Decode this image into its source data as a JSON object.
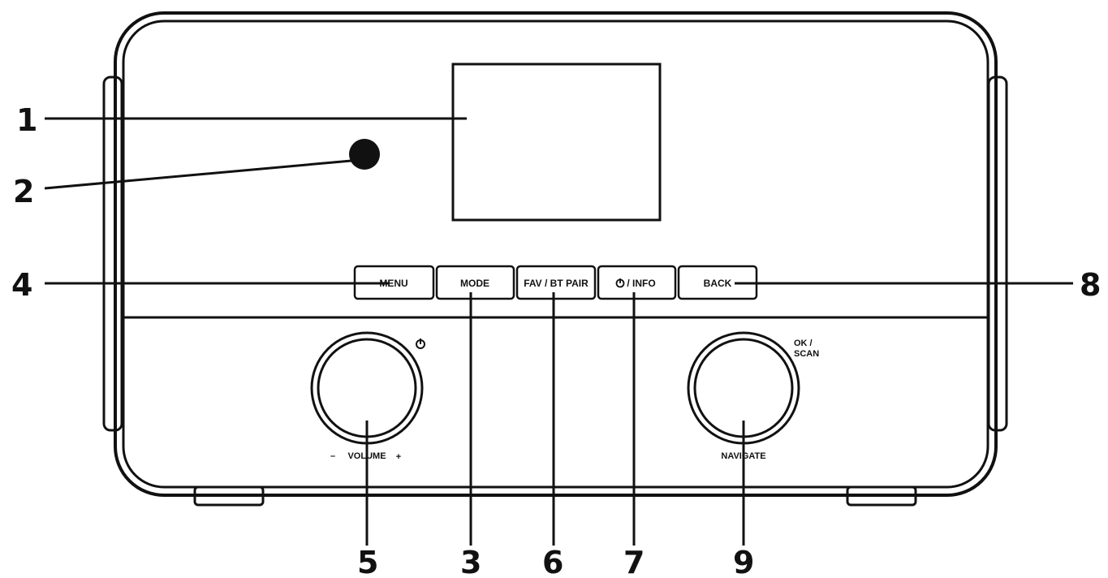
{
  "buttons": {
    "menu": "MENU",
    "mode": "MODE",
    "fav_bt_pair": "FAV / BT PAIR",
    "power_info": "/ INFO",
    "back": "BACK"
  },
  "knobs": {
    "volume_minus": "–",
    "volume_label": "VOLUME",
    "volume_plus": "+",
    "ok_scan_line1": "OK /",
    "ok_scan_line2": "SCAN",
    "navigate_label": "NAVIGATE"
  },
  "icons": {
    "volume_power": "power-icon",
    "info_power": "power-icon"
  },
  "callouts": [
    "1",
    "2",
    "3",
    "4",
    "5",
    "6",
    "7",
    "8",
    "9"
  ]
}
